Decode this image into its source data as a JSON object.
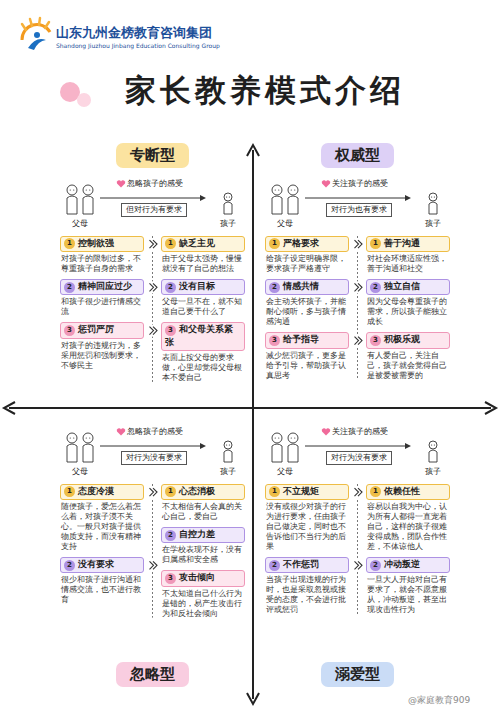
{
  "diagram": {
    "title": "家长教养模式介绍",
    "nodes": [
      {
        "text": [
          "专断型"
        ]
      },
      {
        "text": [
          "但对行为有要求"
        ]
      },
      {
        "text": [
          "1",
          "控制欲强",
          "对孩子的限制过多，不尊重孩子自身的需求"
        ]
      },
      {
        "text": [
          "2",
          "精神回应过少",
          "和孩子很少进行情感交流"
        ]
      },
      {
        "text": [
          "3",
          "惩罚严厉",
          "对孩子的违规行为，多采用惩罚和强制要求，不够民主"
        ]
      },
      {
        "text": [
          "1",
          "缺乏主见",
          "由于父母太强势，慢慢就没有了自己的想法"
        ]
      },
      {
        "text": [
          "2",
          "没有目标",
          "父母一旦不在，就不知道自己要干什么了"
        ]
      },
      {
        "text": [
          "3",
          "和父母关系紧张",
          "表面上按父母的要求做，心里却觉得父母根本不爱自己"
        ]
      },
      {
        "text": [
          "权威型"
        ]
      },
      {
        "text": [
          "对行为也有要求"
        ]
      },
      {
        "text": [
          "1",
          "严格要求",
          "给孩子设定明确界限，要求孩子严格遵守"
        ]
      },
      {
        "text": [
          "2",
          "情感共情",
          "会主动关怀孩子，并能耐心倾听，多与孩子情感沟通"
        ]
      },
      {
        "text": [
          "3",
          "给予指导",
          "减少惩罚孩子，更多是给予引导，帮助孩子认真思考"
        ]
      },
      {
        "text": [
          "1",
          "善于沟通",
          "对社会环境适应性强，善于沟通和社交"
        ]
      },
      {
        "text": [
          "2",
          "独立自信",
          "因为父母会尊重孩子的需求，所以孩子能独立成长"
        ]
      },
      {
        "text": [
          "3",
          "积极乐观",
          "有人爱自己，关注自己，孩子就会觉得自己是被爱被需要的"
        ]
      },
      {
        "text": [
          "对行为没有要求"
        ]
      },
      {
        "text": [
          "1",
          "态度冷漠",
          "随便孩子，爱怎么着怎么着，对孩子漠不关心。一般只对孩子提供物质支持，而没有精神支持"
        ]
      },
      {
        "text": [
          "2",
          "没有要求",
          "很少和孩子进行沟通和情感交流，也不进行教育"
        ]
      },
      {
        "text": [
          "1",
          "心态消极",
          "不太相信有人会真的关心自己，爱自己"
        ]
      },
      {
        "text": [
          "2",
          "自控力差",
          "在学校表现不好，没有归属感和安全感"
        ]
      },
      {
        "text": [
          "3",
          "攻击倾向",
          "不太知道自己什么行为是错的，易产生攻击行为和反社会倾向"
        ]
      },
      {
        "text": [
          "忽略型"
        ]
      },
      {
        "text": [
          "对行为没有要求"
        ]
      },
      {
        "text": [
          "1",
          "不立规矩",
          "没有或很少对孩子的行为进行要求，任由孩子自己做决定，同时也不告诉他们不当行为的后果"
        ]
      },
      {
        "text": [
          "2",
          "不作惩罚",
          "当孩子出现违规的行为时，也是采取忽视或接受的态度，不会进行批评或惩罚"
        ]
      },
      {
        "text": [
          "1",
          "依赖任性",
          "容易以自我为中心，认为所有人都得一直宠着自己，这样的孩子很难变得成熟，团队合作性差，不体谅他人"
        ]
      },
      {
        "text": [
          "2",
          "冲动叛逆",
          "一旦大人开始对自己有要求了，就会不愿意服从，冲动叛逆，甚至出现攻击性行为"
        ]
      },
      {
        "text": [
          "溺爱型"
        ]
      }
    ],
    "labels": [
      "山东九州金榜教育咨询集团",
      "Shandong Jiuzhou Jinbang Education Consulting Group",
      "忽略孩子的感受",
      "父母",
      "孩子",
      "关注孩子的感受",
      "父母",
      "孩子",
      "忽略孩子的感受",
      "父母",
      "孩子",
      "关注孩子的感受",
      "父母",
      "孩子",
      "@家庭教育909"
    ]
  }
}
